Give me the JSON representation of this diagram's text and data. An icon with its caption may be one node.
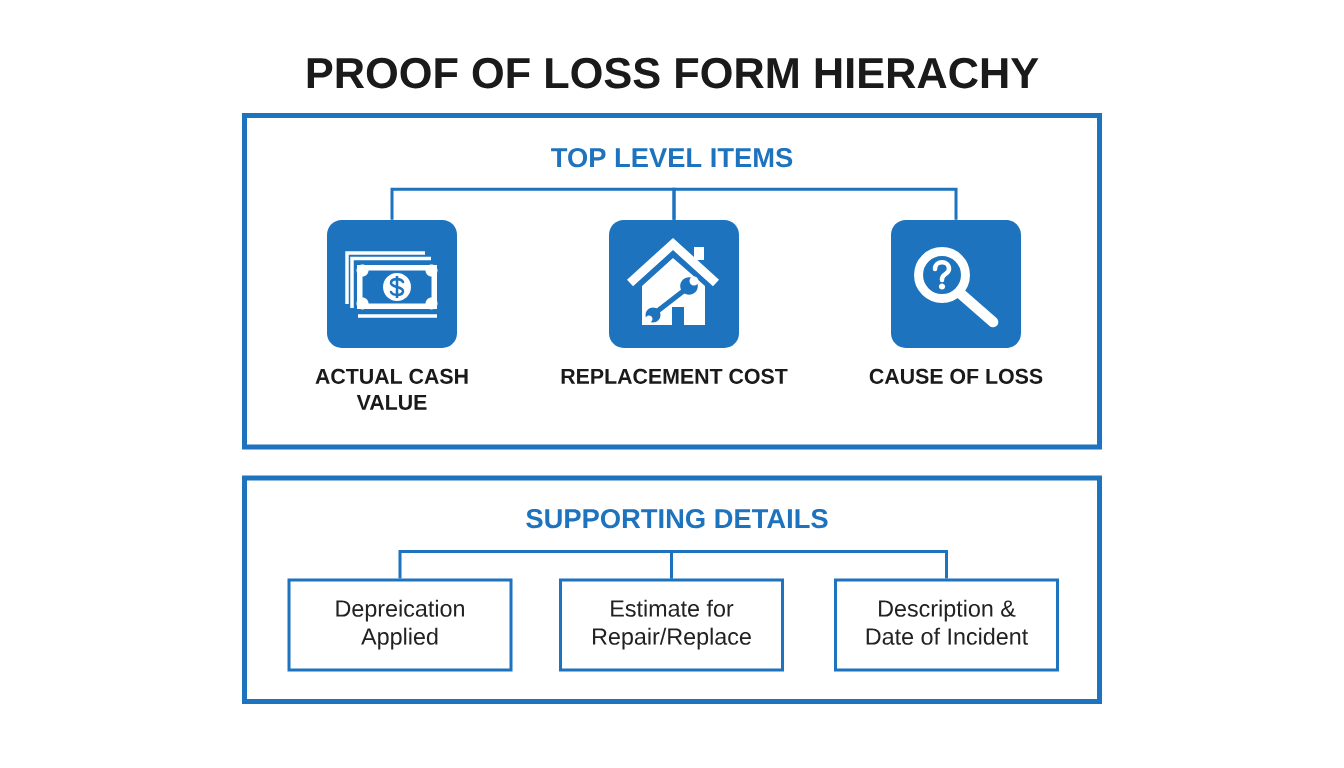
{
  "diagram": {
    "title": "PROOF OF LOSS FORM HIERACHY",
    "nodes": [
      {
        "text": [
          "TOP LEVEL ITEMS"
        ]
      },
      {
        "text": [
          "ACTUAL CASH VALUE"
        ],
        "in": 0
      },
      {
        "text": [
          "REPLACEMENT COST"
        ],
        "in": 0
      },
      {
        "text": [
          "CAUSE OF LOSS"
        ],
        "in": 0
      },
      {
        "text": [
          "SUPPORTING DETAILS"
        ]
      },
      {
        "text": [
          "Depreication Applied"
        ],
        "in": 4
      },
      {
        "text": [
          "Estimate for Repair/Replace"
        ],
        "in": 4
      },
      {
        "text": [
          "Description & Date of Incident"
        ],
        "in": 4
      }
    ],
    "edges": [
      {
        "from": 1,
        "to": 2,
        "arrow": "none"
      },
      {
        "from": 2,
        "to": 3,
        "arrow": "none"
      },
      {
        "from": 5,
        "to": 6,
        "arrow": "none"
      },
      {
        "from": 6,
        "to": 7,
        "arrow": "none"
      }
    ]
  }
}
